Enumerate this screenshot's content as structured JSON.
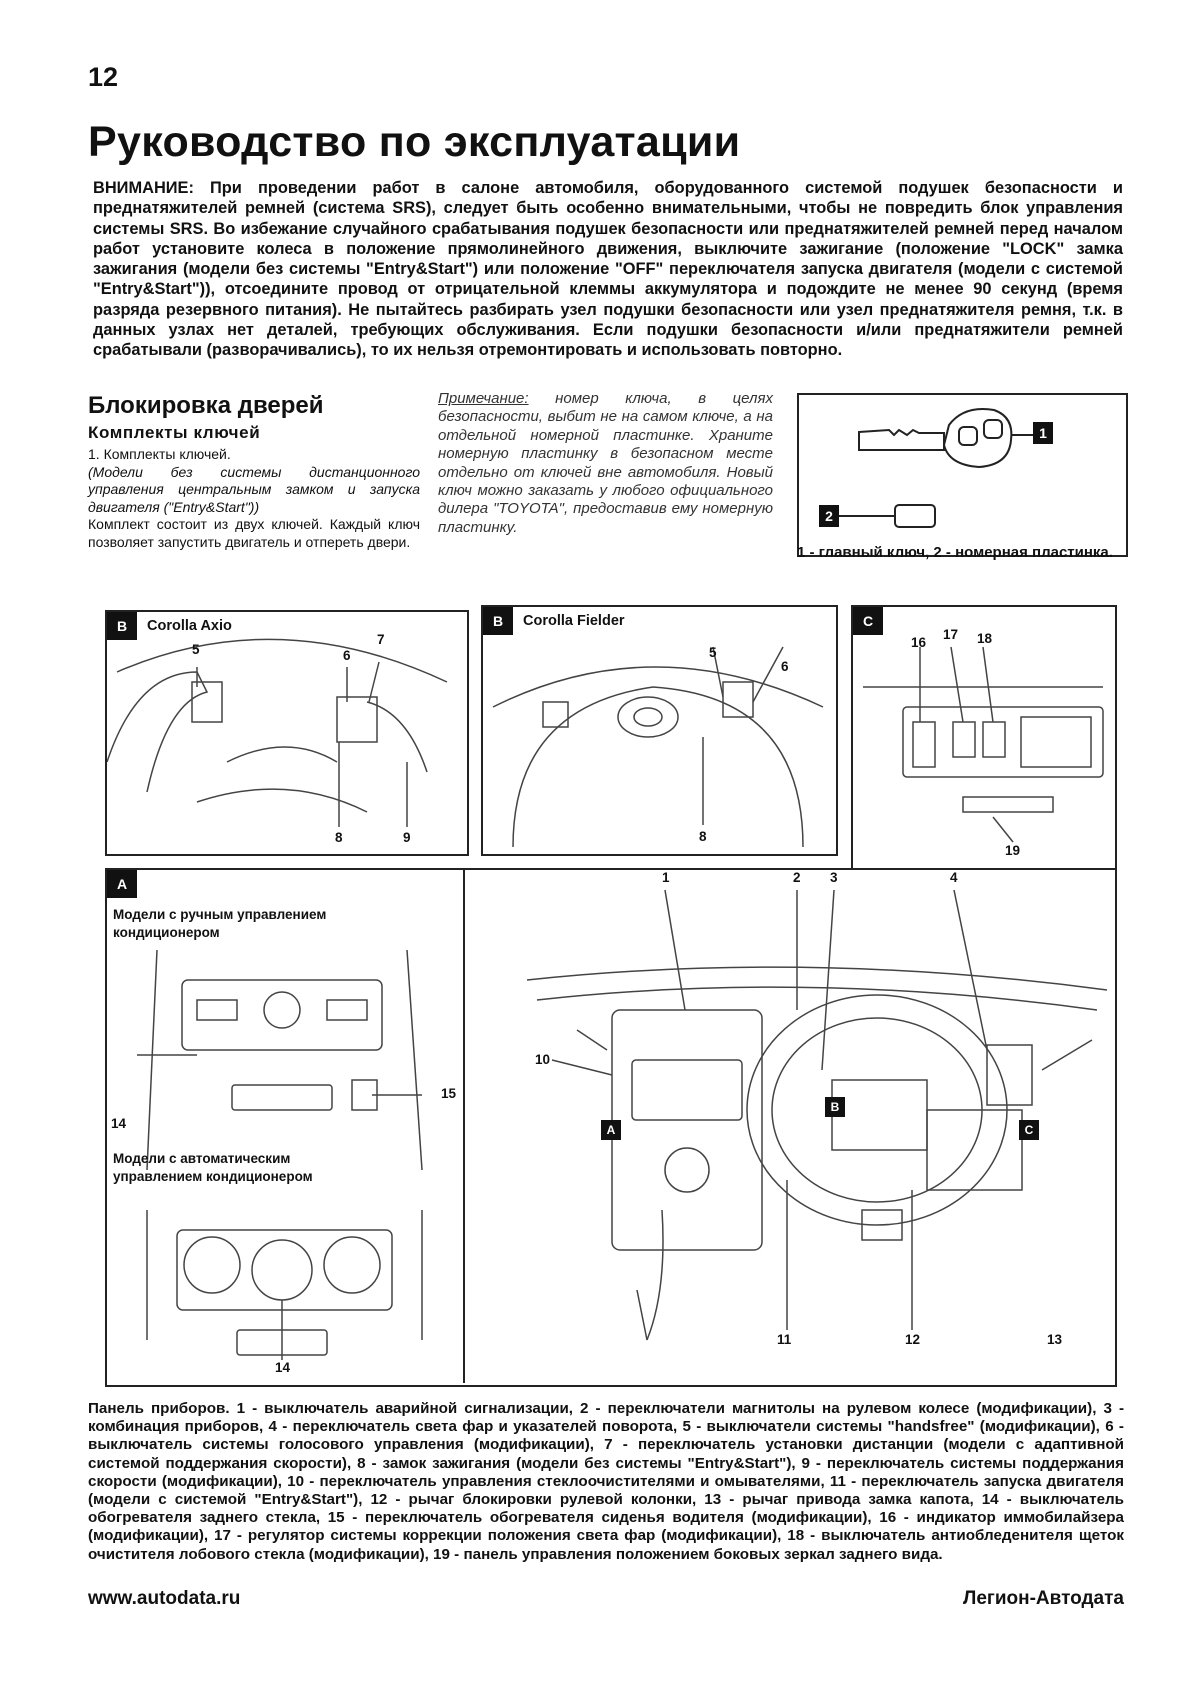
{
  "page_number": "12",
  "title": "Руководство по эксплуатации",
  "warning": {
    "label": "ВНИМАНИЕ:",
    "text": "При проведении работ в салоне автомобиля, оборудованного системой подушек безопасности и преднатяжителей ремней (система SRS), следует быть особенно внимательными, чтобы не повредить блок управления системы SRS. Во избежание случайного срабатывания подушек безопасности или преднатяжителей ремней перед началом работ установите колеса в положение прямолинейного движения, выключите зажигание (положение \"LOCK\" замка зажигания (модели без системы \"Entry&Start\") или положение \"OFF\" переключателя запуска двигателя (модели с системой \"Entry&Start\")), отсоедините провод от отрицательной клеммы аккумулятора и подождите не менее 90 секунд (время разряда резервного питания). Не пытайтесь разбирать узел подушки безопасности или узел преднатяжителя ремня, т.к. в данных узлах нет деталей, требующих обслуживания. Если подушки безопасности и/или преднатяжители ремней срабатывали (разворачивались), то их нельзя отремонтировать и использовать повторно."
  },
  "section": {
    "title": "Блокировка дверей",
    "subtitle": "Комплекты ключей",
    "item": "1. Комплекты ключей.",
    "models_note": "(Модели без системы дистанционного управления центральным замком и запуска двигателя (\"Entry&Start\"))",
    "body": "Комплект состоит из двух ключей. Каждый ключ позволяет запустить двигатель и отпереть двери."
  },
  "note": {
    "label": "Примечание:",
    "text": "номер ключа, в целях безопасности, выбит не на самом ключе, а на отдельной номерной пластинке. Храните номерную пластинку в безопасном месте отдельно от ключей вне автомобиля. Новый ключ можно заказать у любого официального дилера \"TOYOTA\", предоставив ему номерную пластинку."
  },
  "key_figure": {
    "callout_1": "1",
    "callout_2": "2",
    "caption": "1 - главный ключ, 2 - номерная пластинка."
  },
  "figures": {
    "b_axio": {
      "tag": "B",
      "name": "Corolla Axio",
      "nums": [
        "5",
        "6",
        "7",
        "8",
        "9"
      ]
    },
    "b_fielder": {
      "tag": "B",
      "name": "Corolla Fielder",
      "nums": [
        "5",
        "6",
        "8"
      ]
    },
    "c": {
      "tag": "C",
      "nums": [
        "16",
        "17",
        "18",
        "19"
      ]
    },
    "a": {
      "tag": "A",
      "manual_label": "Модели с ручным управлением кондиционером",
      "auto_label": "Модели с автоматическим управлением кондиционером",
      "nums": [
        "14",
        "15",
        "14"
      ]
    },
    "dash": {
      "nums": [
        "1",
        "2",
        "3",
        "4",
        "10",
        "11",
        "12",
        "13"
      ],
      "tags": [
        "A",
        "B",
        "C"
      ]
    }
  },
  "caption": "Панель приборов. 1 - выключатель аварийной сигнализации, 2 - переключатели магнитолы на рулевом колесе (модификации), 3 - комбинация приборов, 4 - переключатель света фар и указателей поворота, 5 - выключатели системы \"handsfree\" (модификации), 6 - выключатель системы голосового управления (модификации), 7 - переключатель установки дистанции (модели с адаптивной системой поддержания скорости), 8 - замок зажигания (модели без системы \"Entry&Start\"), 9 - переключатель системы поддержания скорости (модификации), 10 - переключатель управления стеклоочистителями и омывателями, 11 - переключатель запуска двигателя (модели с системой \"Entry&Start\"), 12 - рычаг блокировки рулевой колонки, 13 - рычаг привода замка капота, 14 - выключатель обогревателя заднего стекла, 15 - переключатель обогревателя сиденья водителя (модификации), 16 - индикатор иммобилайзера (модификации), 17 - регулятор системы коррекции положения света фар (модификации), 18 - выключатель антиобледенителя щеток очистителя лобового стекла (модификации), 19 - панель управления положением боковых зеркал заднего вида.",
  "footer": {
    "site": "www.autodata.ru",
    "brand": "Легион-Автодата"
  }
}
